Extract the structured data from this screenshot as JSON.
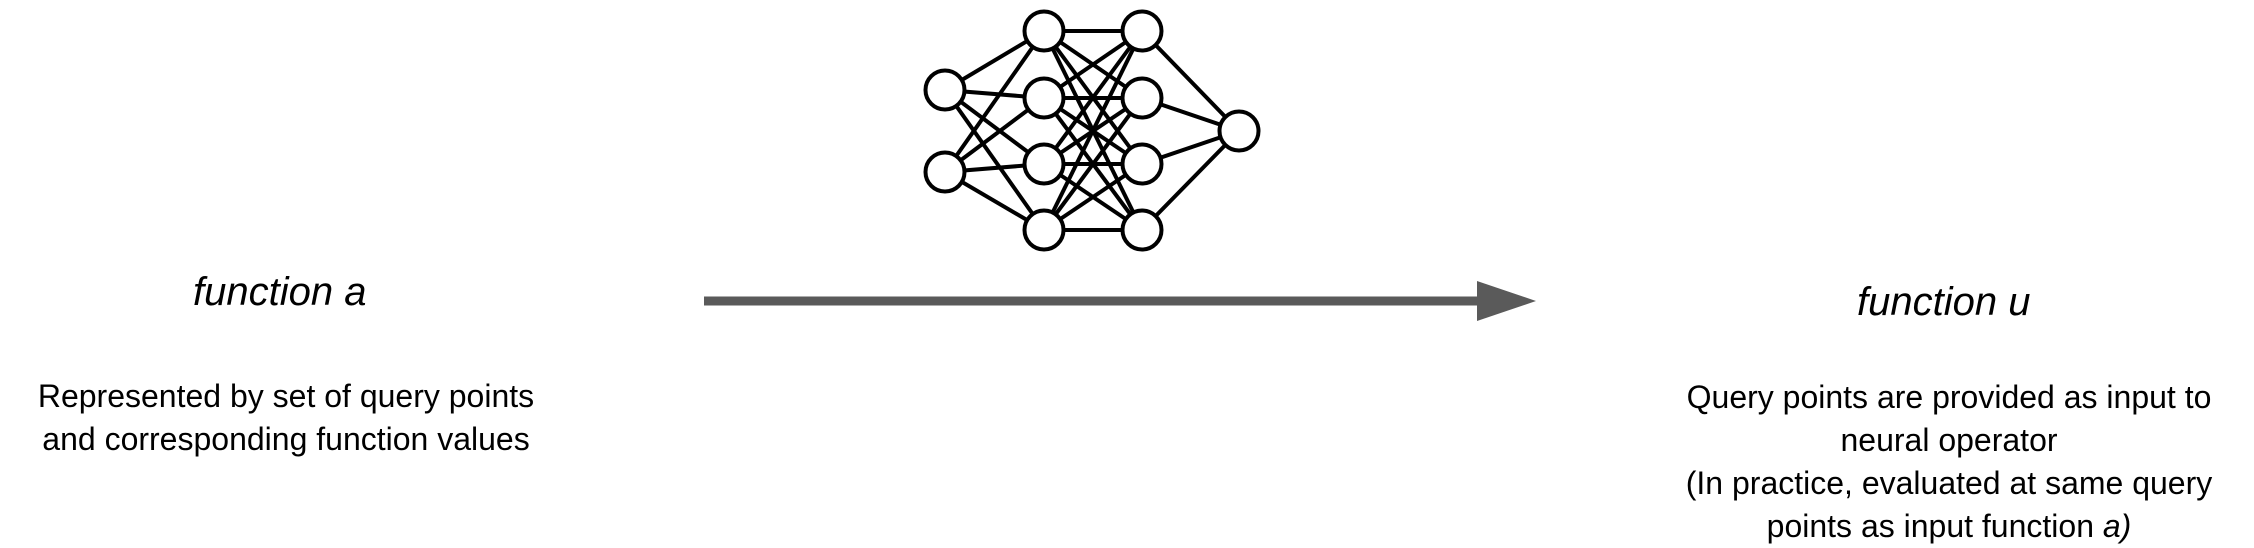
{
  "left": {
    "title": "function a",
    "description_lines": [
      "Represented by set of query points",
      "and corresponding function values"
    ]
  },
  "right": {
    "title": "function u",
    "description_lines": [
      "Query points are provided as input to",
      "neural operator",
      "(In practice, evaluated at same query"
    ],
    "last_line_prefix": "points as input function ",
    "last_line_italic": "a)"
  },
  "network": {
    "layers": [
      2,
      4,
      4,
      1
    ],
    "node_fill": "#ffffff",
    "stroke_color": "#000000"
  },
  "arrow": {
    "color": "#5a5a5a"
  }
}
